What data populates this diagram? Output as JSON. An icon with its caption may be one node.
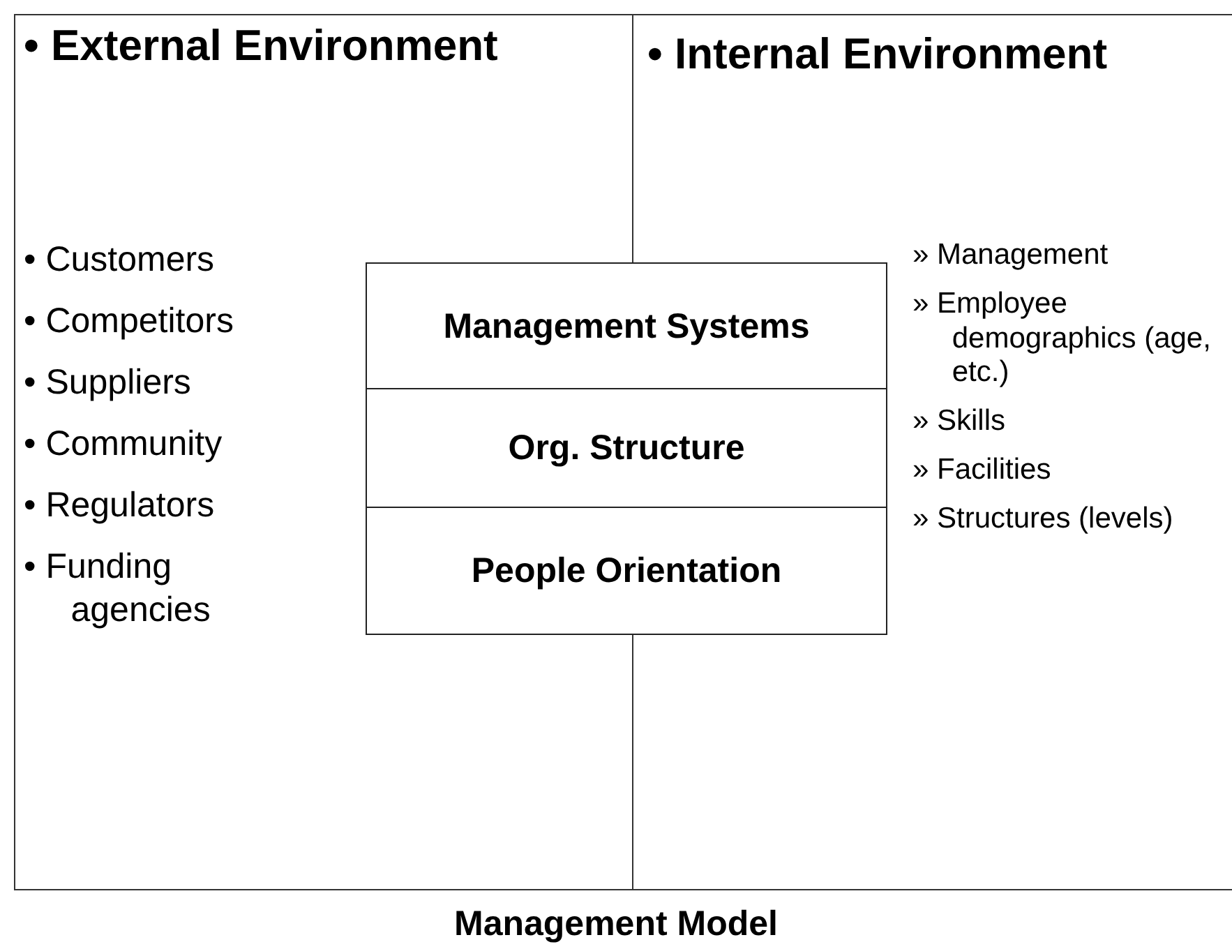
{
  "diagram": {
    "caption": "Management Model",
    "nodes": [
      {
        "text": [
          "• External Environment",
          "• Customers",
          "• Competitors",
          "• Suppliers",
          "• Community",
          "• Regulators",
          "• Funding agencies"
        ]
      },
      {
        "text": [
          "• Internal Environment",
          "» Management",
          "» Employee demographics (age, etc.)",
          "» Skills",
          "» Facilities",
          "» Structures (levels)"
        ]
      },
      {
        "text": [
          "Management Systems"
        ]
      },
      {
        "text": [
          "Org. Structure"
        ]
      },
      {
        "text": [
          "People Orientation"
        ]
      }
    ]
  }
}
